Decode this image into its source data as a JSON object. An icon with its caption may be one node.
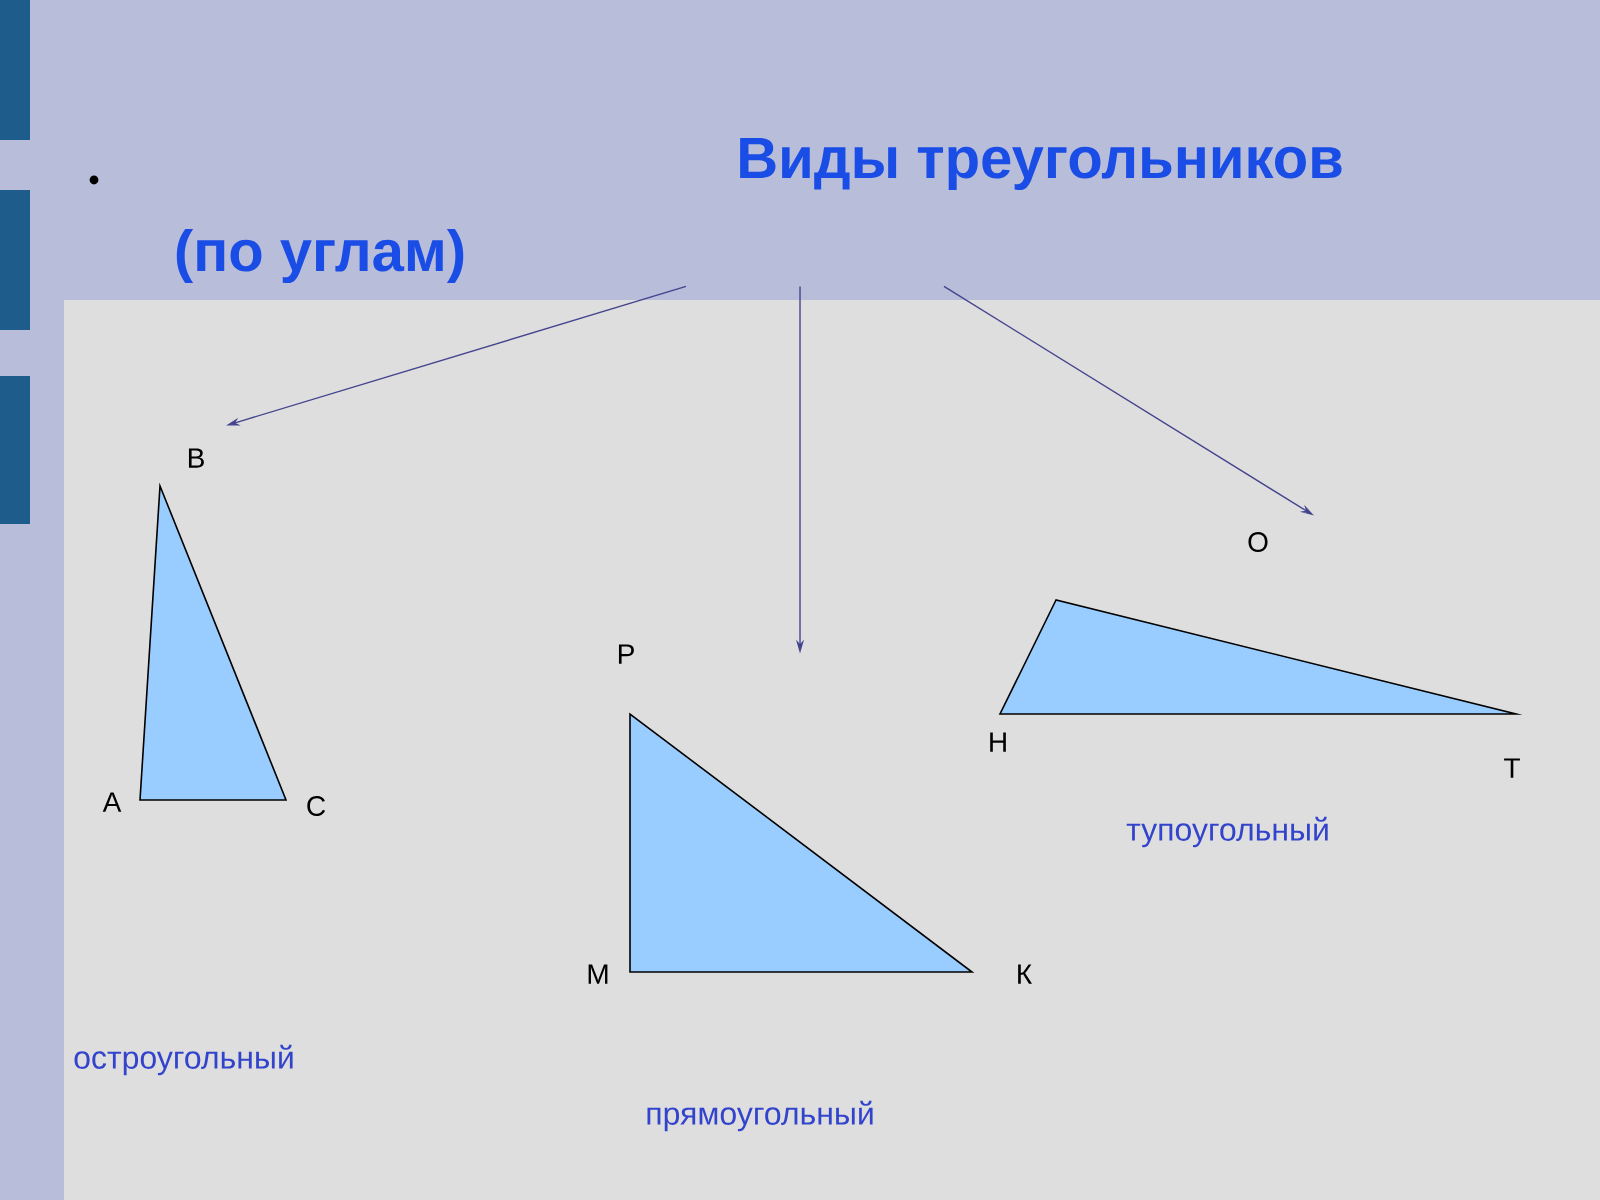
{
  "diagram": {
    "nodes": [
      {
        "text": [
          "Виды треугольников",
          "(по углам)"
        ]
      },
      {
        "text": [],
        "shape": "triangle",
        "beside": [
          "В",
          "А",
          "С"
        ]
      },
      {
        "text": [],
        "shape": "triangle",
        "beside": [
          "Р",
          "М",
          "К"
        ]
      },
      {
        "text": [],
        "shape": "triangle",
        "beside": [
          "О",
          "Н",
          "Т"
        ]
      }
    ],
    "edges": [
      {
        "from": 0,
        "to": 1,
        "arrow": "to"
      },
      {
        "from": 0,
        "to": 2,
        "arrow": "to"
      },
      {
        "from": 0,
        "to": 3,
        "arrow": "to"
      }
    ],
    "labels": [
      "тупоугольный",
      "остроугольный",
      "прямоугольный"
    ]
  }
}
